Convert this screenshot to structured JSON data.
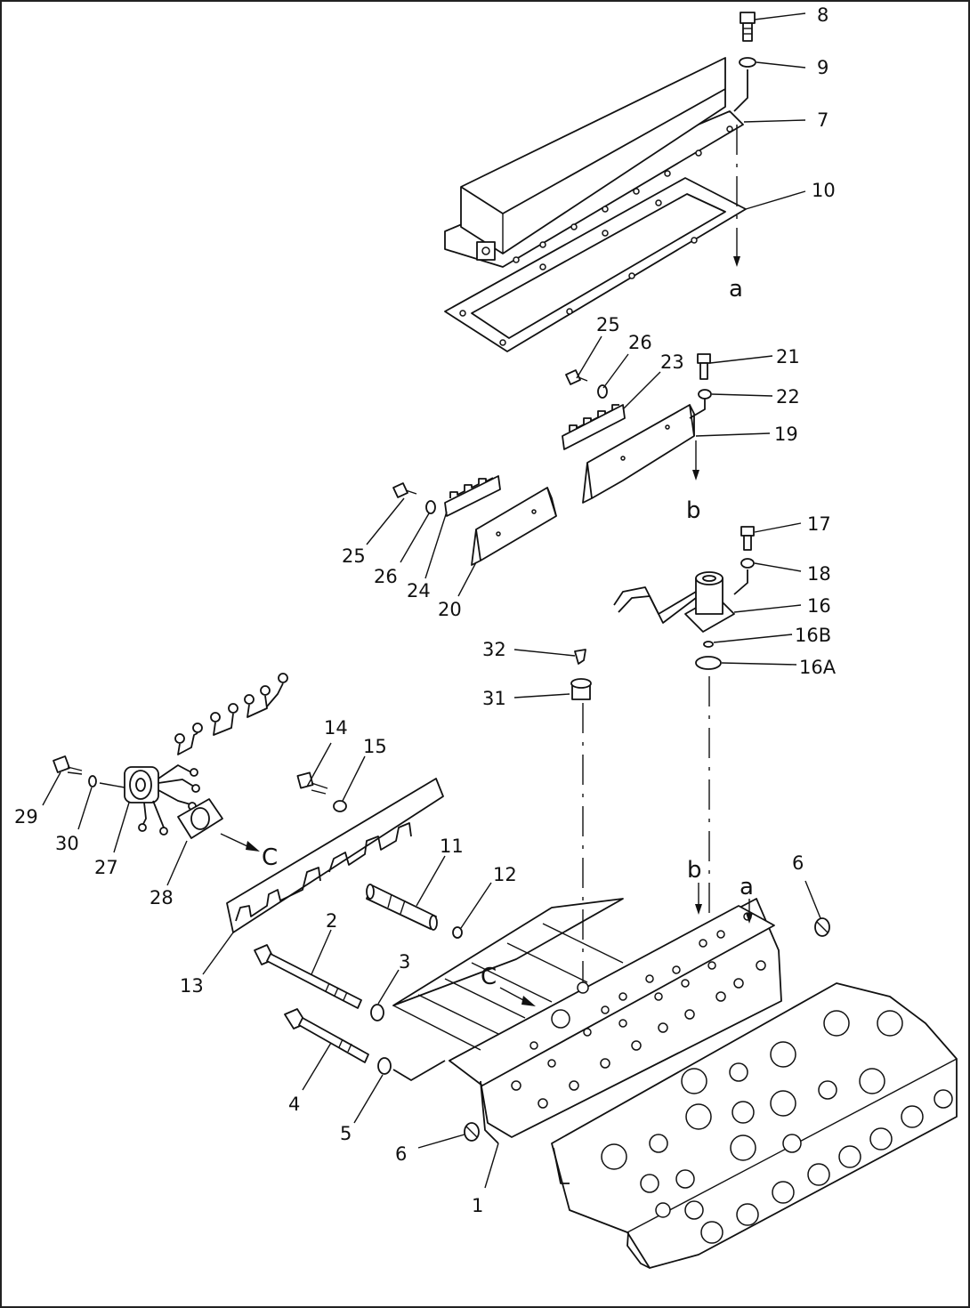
{
  "diagram": {
    "part_numbers": [
      "1",
      "2",
      "3",
      "4",
      "5",
      "6",
      "6",
      "7",
      "8",
      "9",
      "10",
      "11",
      "12",
      "13",
      "14",
      "15",
      "16",
      "16A",
      "16B",
      "17",
      "18",
      "19",
      "20",
      "21",
      "22",
      "23",
      "24",
      "25",
      "25",
      "26",
      "26",
      "27",
      "28",
      "29",
      "30",
      "31",
      "32"
    ],
    "reference_marks": [
      "a",
      "a",
      "b",
      "b",
      "C",
      "C"
    ]
  }
}
